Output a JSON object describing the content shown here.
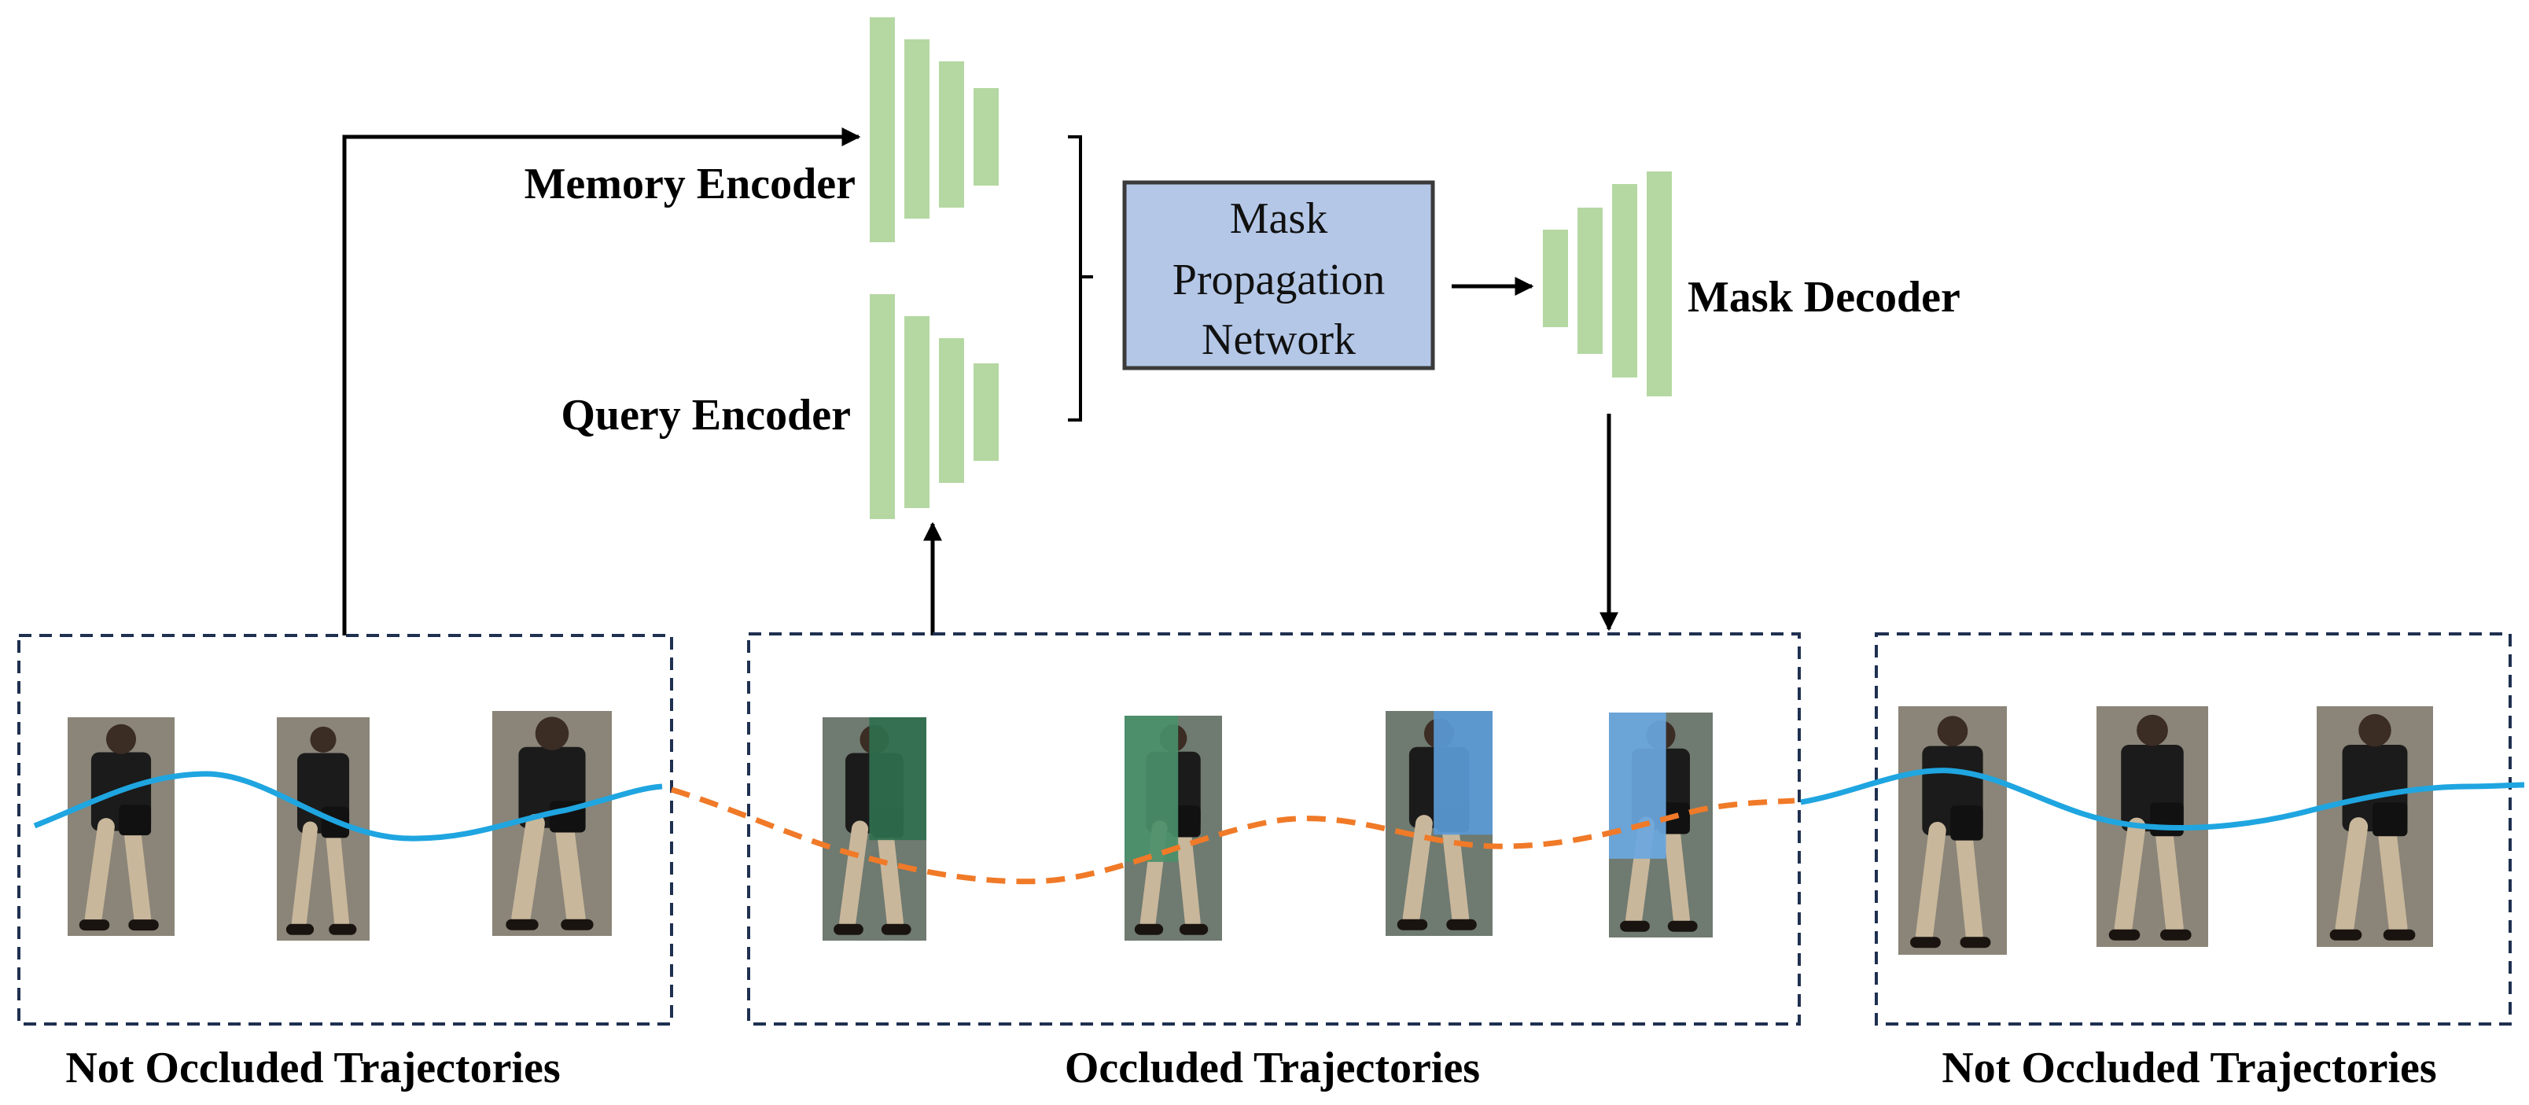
{
  "labels": {
    "memory_encoder": "Memory Encoder",
    "query_encoder": "Query Encoder",
    "mask_decoder": "Mask Decoder",
    "mask_propagation_line1": "Mask",
    "mask_propagation_line2": "Propagation",
    "mask_propagation_line3": "Network"
  },
  "groups": [
    {
      "label": "Not Occluded Trajectories",
      "occluded": false,
      "frames": 3
    },
    {
      "label": "Occluded Trajectories",
      "occluded": true,
      "frames": 4
    },
    {
      "label": "Not Occluded Trajectories",
      "occluded": false,
      "frames": 3
    }
  ],
  "colors": {
    "encoder_bars": "#b5d8a2",
    "mpn_fill": "#b4c7e7",
    "mpn_stroke": "#3a3a3a",
    "dashed_box": "#1f3050",
    "trajectory_visible": "#1fa5e0",
    "trajectory_occluded": "#f07a28",
    "arrow": "#000000"
  },
  "icons": {
    "person_frame": "pedestrian-photo-icon"
  }
}
